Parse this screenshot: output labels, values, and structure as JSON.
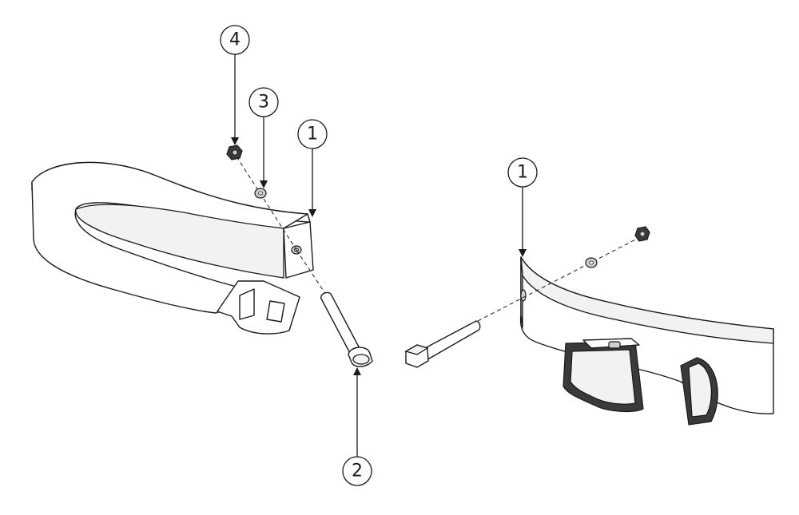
{
  "callouts": [
    {
      "id": "c4",
      "label": "4"
    },
    {
      "id": "c3",
      "label": "3"
    },
    {
      "id": "c1-left",
      "label": "1"
    },
    {
      "id": "c1-right",
      "label": "1"
    },
    {
      "id": "c2",
      "label": "2"
    }
  ],
  "colors": {
    "line": "#1a1a1a",
    "strap_face": "#ffffff",
    "strap_shade": "#f2f2f2",
    "hardware_gray": "#cfcfcf",
    "hardware_dark": "#3a3a3a"
  },
  "icons": {
    "nut": "hex-nut-icon",
    "washer": "washer-icon",
    "bolt": "bolt-icon",
    "buckle": "buckle-icon"
  }
}
